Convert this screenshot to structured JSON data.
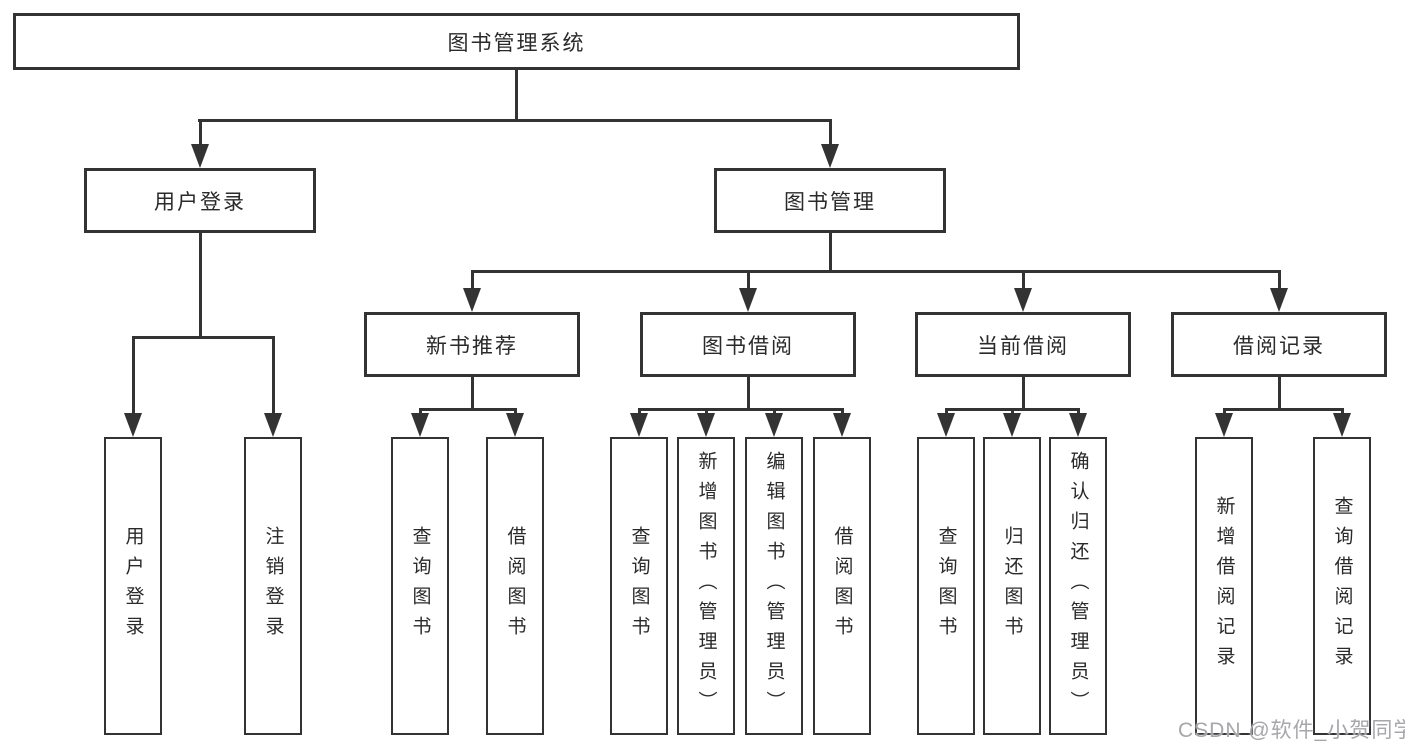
{
  "diagram": {
    "title_node": "图书管理系统",
    "root": {
      "label": "图书管理系统"
    },
    "level2": [
      {
        "label": "用户登录"
      },
      {
        "label": "图书管理"
      }
    ],
    "level3": [
      {
        "label": "新书推荐"
      },
      {
        "label": "图书借阅"
      },
      {
        "label": "当前借阅"
      },
      {
        "label": "借阅记录"
      }
    ],
    "leaves": {
      "login": [
        {
          "label": "用户登录"
        },
        {
          "label": "注销登录"
        }
      ],
      "recommend": [
        {
          "label": "查询图书"
        },
        {
          "label": "借阅图书"
        }
      ],
      "borrowing": [
        {
          "label": "查询图书"
        },
        {
          "label": "新增图书（管理员）"
        },
        {
          "label": "编辑图书（管理员）"
        },
        {
          "label": "借阅图书"
        }
      ],
      "current": [
        {
          "label": "查询图书"
        },
        {
          "label": "归还图书"
        },
        {
          "label": "确认归还（管理员）"
        }
      ],
      "records": [
        {
          "label": "新增借阅记录"
        },
        {
          "label": "查询借阅记录"
        }
      ]
    }
  },
  "watermark": {
    "text": "CSDN @软件_小贺同学",
    "color": "#a7a7ab"
  },
  "colors": {
    "line": "#333333",
    "text": "#2a2a2a",
    "background": "#ffffff"
  }
}
